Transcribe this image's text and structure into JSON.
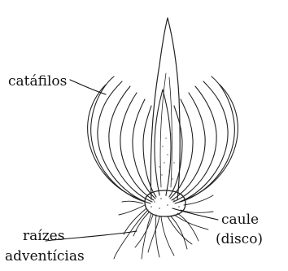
{
  "labels": {
    "catafilos": "catáfilos",
    "caule_line1": "caule",
    "caule_line2": "(disco)",
    "raizes_line1": "raízes",
    "raizes_line2": "adventícias"
  },
  "colors": {
    "ink": "#111111",
    "background": "#ffffff"
  }
}
